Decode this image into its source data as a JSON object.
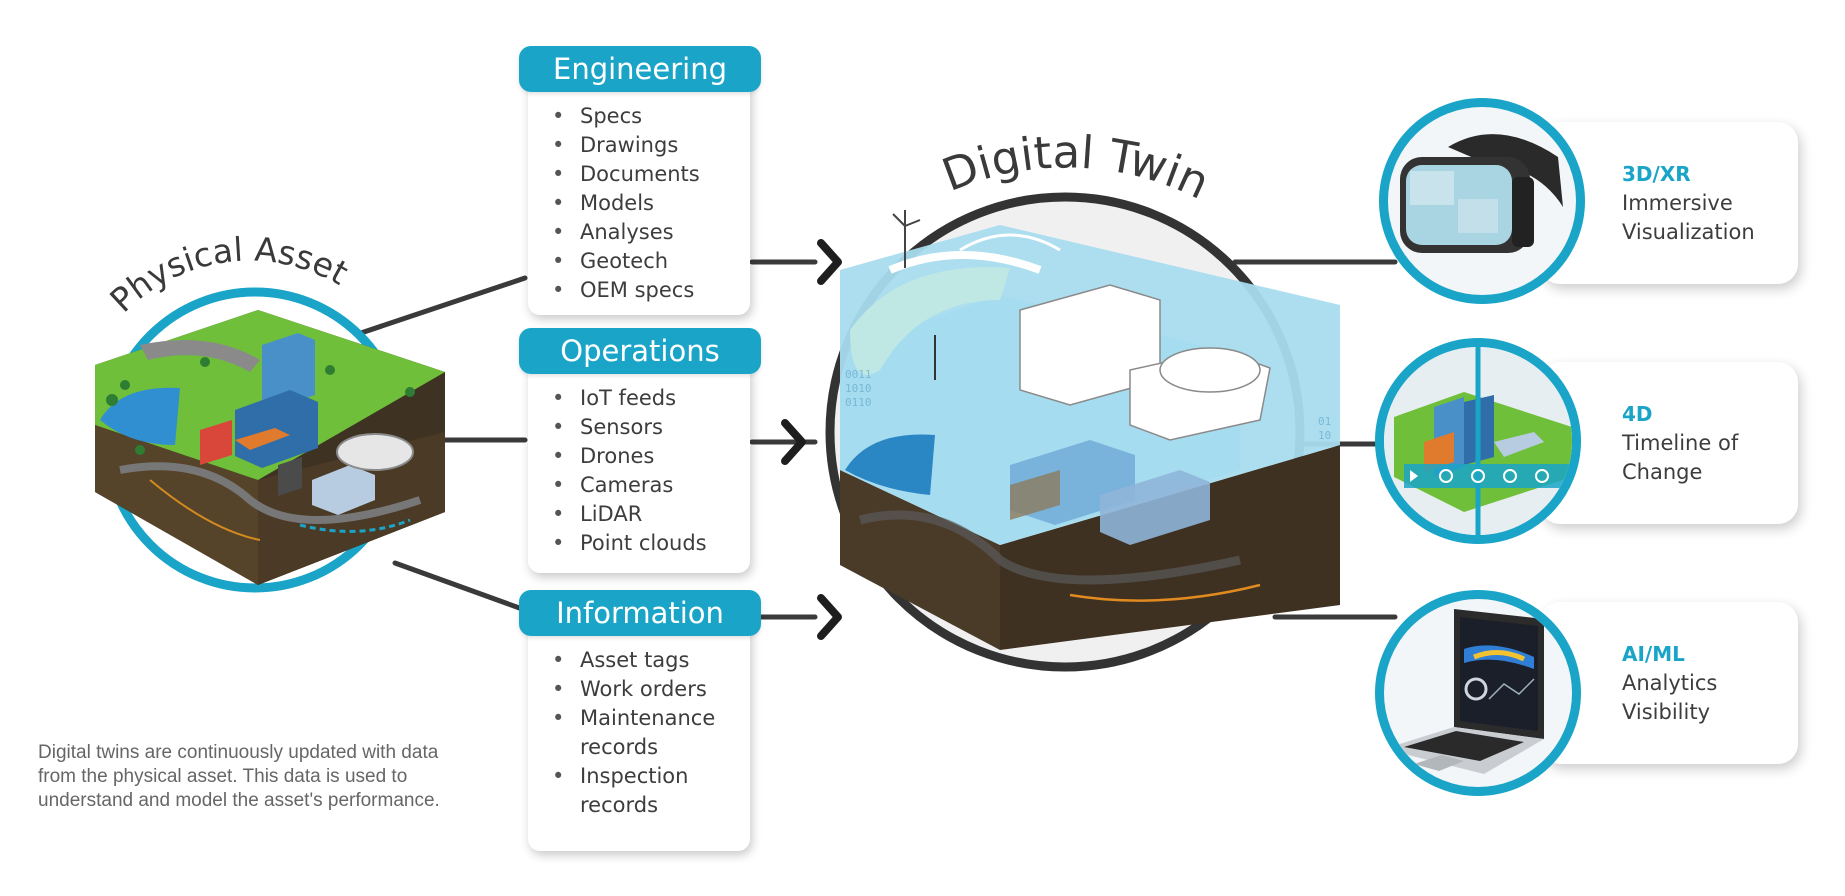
{
  "titles": {
    "physical": "Physical Asset",
    "digital": "Digital Twin"
  },
  "caption": "Digital twins are continuously updated with data from the physical asset. This data is used to understand and model the asset's performance.",
  "panels": [
    {
      "header": "Engineering",
      "items": [
        "Specs",
        "Drawings",
        "Documents",
        "Models",
        "Analyses",
        "Geotech",
        "OEM specs"
      ]
    },
    {
      "header": "Operations",
      "items": [
        "IoT feeds",
        "Sensors",
        "Drones",
        "Cameras",
        "LiDAR",
        "Point clouds"
      ]
    },
    {
      "header": "Information",
      "items": [
        "Asset tags",
        "Work orders",
        "Maintenance records",
        "Inspection records"
      ]
    }
  ],
  "capabilities": [
    {
      "title": "3D/XR",
      "line1": "Immersive",
      "line2": "Visualization",
      "icon": "vr-headset-icon"
    },
    {
      "title": "4D",
      "line1": "Timeline of",
      "line2": "Change",
      "icon": "timeline-icon"
    },
    {
      "title": "AI/ML",
      "line1": "Analytics",
      "line2": "Visibility",
      "icon": "laptop-analytics-icon"
    }
  ],
  "colors": {
    "accent": "#1aa5c8",
    "connector": "#3a3a3a",
    "text": "#3d3d3d"
  }
}
